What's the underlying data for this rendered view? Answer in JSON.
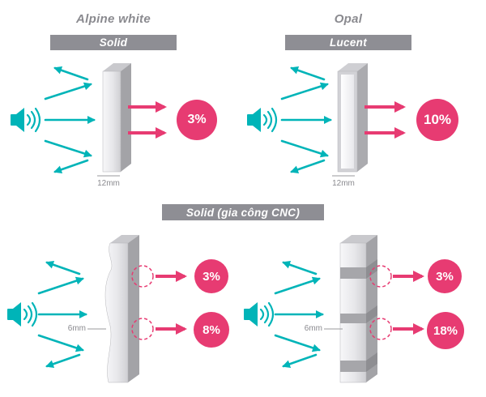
{
  "colors": {
    "teal": "#00b4b8",
    "pink": "#e73b72",
    "bar": "#8e8e94",
    "titlegray": "#8a8a8f",
    "dim": "#8a8a8f"
  },
  "top_left": {
    "material": "Alpine white",
    "finish": "Solid",
    "thickness": "12mm",
    "transmission": "3%"
  },
  "top_right": {
    "material": "Opal",
    "finish": "Lucent",
    "thickness": "12mm",
    "transmission": "10%"
  },
  "bottom": {
    "finish": "Solid (gia công CNC)",
    "left": {
      "thickness": "6mm",
      "transmissions": [
        "3%",
        "8%"
      ]
    },
    "right": {
      "thickness": "6mm",
      "transmissions": [
        "3%",
        "18%"
      ]
    }
  }
}
